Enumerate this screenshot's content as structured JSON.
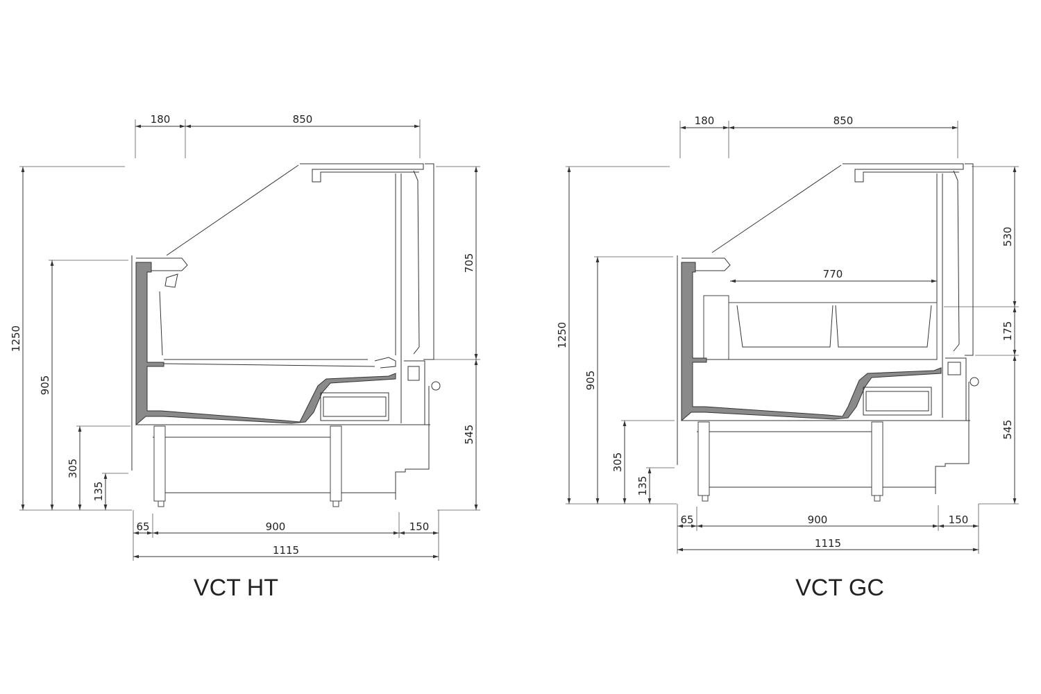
{
  "drawings": [
    {
      "title": "VCT HT",
      "dims": {
        "top_left": "180",
        "top_right": "850",
        "height_total": "1250",
        "height_counter": "905",
        "height_base": "305",
        "height_kick": "135",
        "height_glass": "705",
        "height_lower": "545",
        "bottom_left": "65",
        "bottom_mid": "900",
        "bottom_right": "150",
        "bottom_total": "1115"
      }
    },
    {
      "title": "VCT GC",
      "dims": {
        "top_left": "180",
        "top_right": "850",
        "height_total": "1250",
        "height_counter": "905",
        "height_base": "305",
        "height_kick": "135",
        "height_upper": "530",
        "height_tray": "175",
        "height_lower": "545",
        "tray_width": "770",
        "bottom_left": "65",
        "bottom_mid": "900",
        "bottom_right": "150",
        "bottom_total": "1115"
      }
    }
  ]
}
